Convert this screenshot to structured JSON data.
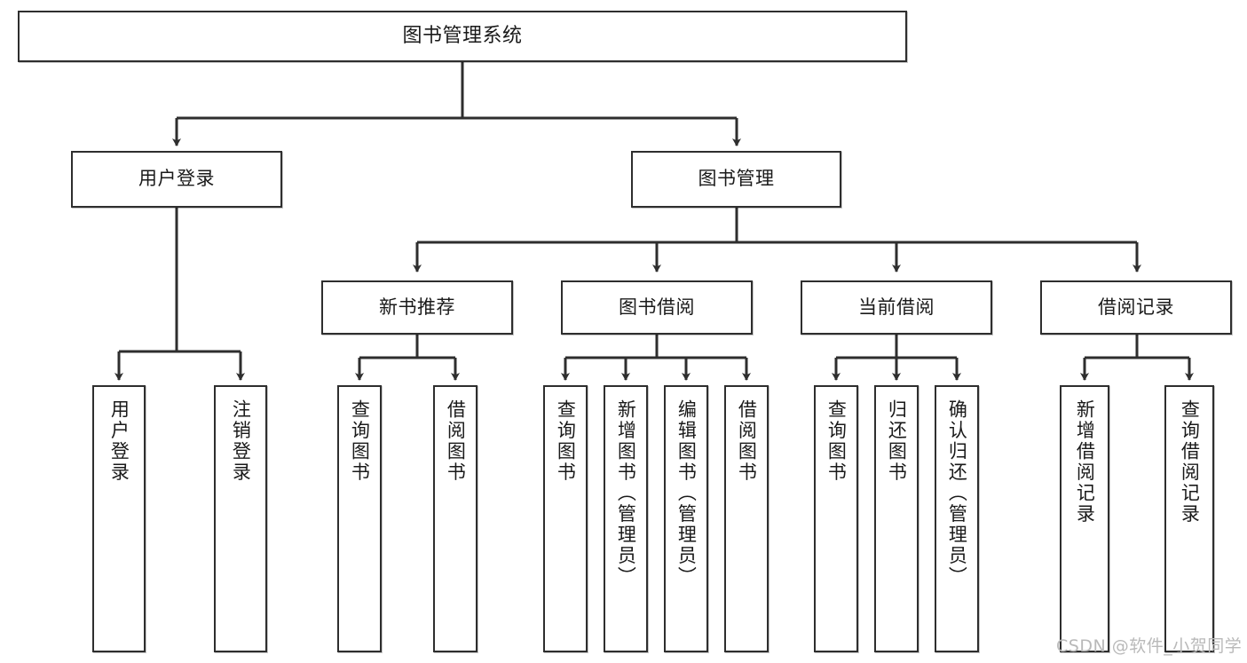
{
  "diagram": {
    "title": "图书管理系统",
    "type": "hierarchy-tree",
    "watermark": "CSDN @软件_小贺同学",
    "colors": {
      "box_border": "#2e2e2e",
      "box_fill": "#ffffff",
      "edge": "#2e2e2e",
      "text": "#1a1a1a",
      "watermark": "#b9b9b9"
    },
    "nodes": {
      "root": {
        "label": "图书管理系统"
      },
      "level2": [
        {
          "id": "user-login",
          "label": "用户登录"
        },
        {
          "id": "book-management",
          "label": "图书管理"
        }
      ],
      "level3": [
        {
          "id": "new-book-recommend",
          "label": "新书推荐"
        },
        {
          "id": "book-borrow",
          "label": "图书借阅"
        },
        {
          "id": "current-borrow",
          "label": "当前借阅"
        },
        {
          "id": "borrow-record",
          "label": "借阅记录"
        }
      ],
      "leaves": {
        "user_login": [
          {
            "id": "leaf-user-login",
            "label": "用户登录"
          },
          {
            "id": "leaf-logout-login",
            "label": "注销登录"
          }
        ],
        "new_book_recommend": [
          {
            "id": "leaf-query-book-1",
            "label": "查询图书"
          },
          {
            "id": "leaf-borrow-book-1",
            "label": "借阅图书"
          }
        ],
        "book_borrow": [
          {
            "id": "leaf-query-book-2",
            "label": "查询图书"
          },
          {
            "id": "leaf-add-book",
            "label": "新增图书（管理员）"
          },
          {
            "id": "leaf-edit-book",
            "label": "编辑图书（管理员）"
          },
          {
            "id": "leaf-borrow-book-2",
            "label": "借阅图书"
          }
        ],
        "current_borrow": [
          {
            "id": "leaf-query-book-3",
            "label": "查询图书"
          },
          {
            "id": "leaf-return-book",
            "label": "归还图书"
          },
          {
            "id": "leaf-confirm-return",
            "label": "确认归还（管理员）"
          }
        ],
        "borrow_record": [
          {
            "id": "leaf-add-record",
            "label": "新增借阅记录"
          },
          {
            "id": "leaf-query-record",
            "label": "查询借阅记录"
          }
        ]
      }
    }
  }
}
